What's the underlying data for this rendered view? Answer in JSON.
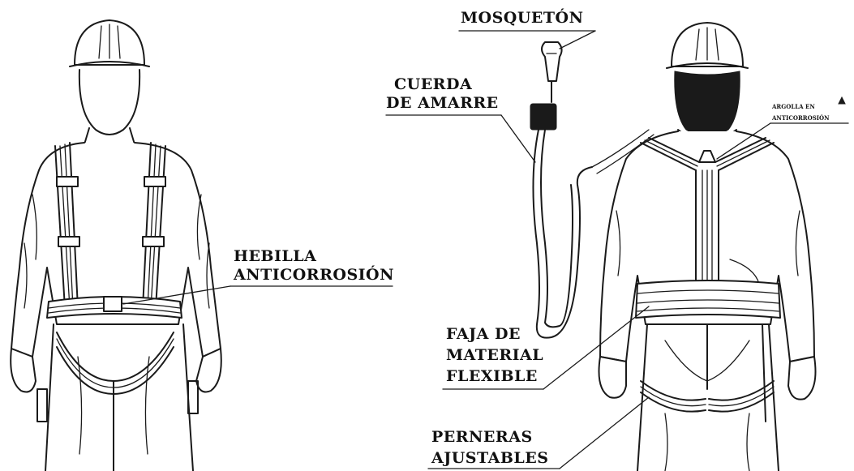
{
  "labels": {
    "mosqueton": "MOSQUETÓN",
    "cuerda_line1": "CUERDA",
    "cuerda_line2": "DE AMARRE",
    "argolla_line1": "ARGOLLA EN",
    "argolla_line2": "ANTICORROSIÓN",
    "hebilla_line1": "HEBILLA",
    "hebilla_line2": "ANTICORROSIÓN",
    "faja_line1": "FAJA DE",
    "faja_line2": "MATERIAL",
    "faja_line3": "FLEXIBLE",
    "perneras_line1": "PERNERAS",
    "perneras_line2": "AJUSTABLES"
  },
  "colors": {
    "ink": "#1a1a1a",
    "background": "#ffffff"
  }
}
